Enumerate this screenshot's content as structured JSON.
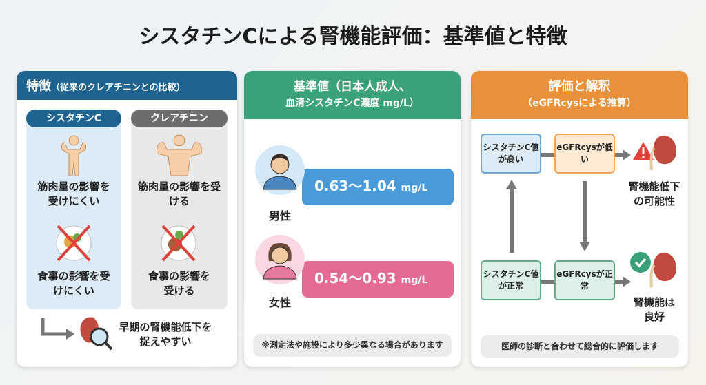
{
  "title": "シスタチンCによる腎機能評価：基準値と特徴",
  "features": {
    "heading": "特徴",
    "heading_sub": "（従来のクレアチニンとの比較）",
    "cystatin": {
      "label": "シスタチンC",
      "muscle": "筋肉量の影響を受けにくい",
      "diet": "食事の影響を受けにくい"
    },
    "creatinine": {
      "label": "クレアチニン",
      "muscle": "筋肉量の影響を受ける",
      "diet": "食事の影響を受ける"
    },
    "conclusion": "早期の腎機能低下を捉えやすい"
  },
  "reference": {
    "heading_line1": "基準値（日本人成人、",
    "heading_line2": "血清シスタチンC濃度 mg/L）",
    "male": {
      "range": "0.63〜1.04",
      "unit": "mg/L",
      "label": "男性"
    },
    "female": {
      "range": "0.54〜0.93",
      "unit": "mg/L",
      "label": "女性"
    },
    "note": "※測定法や施設により多少異なる場合があります"
  },
  "evaluation": {
    "heading": "評価と解釈",
    "heading_sub": "（eGFRcysによる推算）",
    "high_cys": "シスタチンC値が高い",
    "low_egfr": "eGFRcysが低い",
    "decline": "腎機能低下の可能性",
    "normal_cys": "シスタチンC値が正常",
    "normal_egfr": "eGFRcysが正常",
    "good": "腎機能は良好",
    "note": "医師の診断と合わせて総合的に評価します"
  },
  "colors": {
    "blue": "#1f6491",
    "orange": "#e8913a",
    "green": "#3aa17a",
    "bar_blue": "#4a9ad8",
    "bar_pink": "#e46a95",
    "gray": "#6d6d6d"
  }
}
